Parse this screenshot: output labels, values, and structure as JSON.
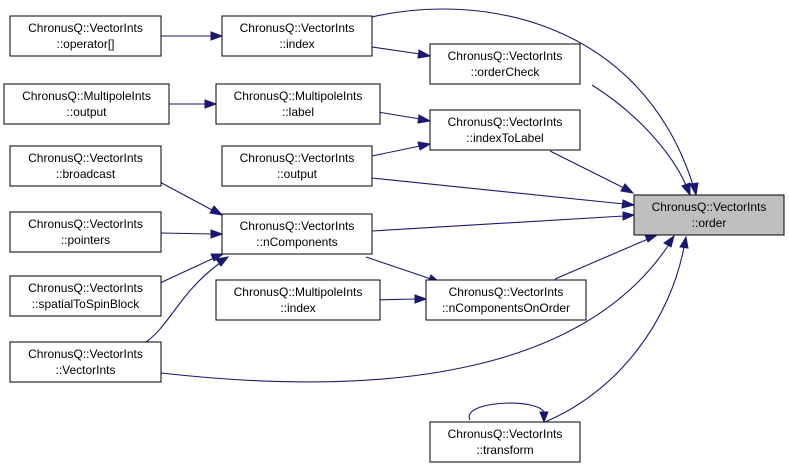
{
  "nodes": {
    "vi_operator": {
      "line1": "ChronusQ::VectorInts",
      "line2": "::operator[]"
    },
    "mi_output": {
      "line1": "ChronusQ::MultipoleInts",
      "line2": "::output"
    },
    "vi_broadcast": {
      "line1": "ChronusQ::VectorInts",
      "line2": "::broadcast"
    },
    "vi_pointers": {
      "line1": "ChronusQ::VectorInts",
      "line2": "::pointers"
    },
    "vi_spatial": {
      "line1": "ChronusQ::VectorInts",
      "line2": "::spatialToSpinBlock"
    },
    "vi_ctor": {
      "line1": "ChronusQ::VectorInts",
      "line2": "::VectorInts"
    },
    "vi_index": {
      "line1": "ChronusQ::VectorInts",
      "line2": "::index"
    },
    "mi_label": {
      "line1": "ChronusQ::MultipoleInts",
      "line2": "::label"
    },
    "vi_output": {
      "line1": "ChronusQ::VectorInts",
      "line2": "::output"
    },
    "vi_ncomp": {
      "line1": "ChronusQ::VectorInts",
      "line2": "::nComponents"
    },
    "mi_index": {
      "line1": "ChronusQ::MultipoleInts",
      "line2": "::index"
    },
    "vi_ordercheck": {
      "line1": "ChronusQ::VectorInts",
      "line2": "::orderCheck"
    },
    "vi_indextolabel": {
      "line1": "ChronusQ::VectorInts",
      "line2": "::indexToLabel"
    },
    "vi_ncomponorder": {
      "line1": "ChronusQ::VectorInts",
      "line2": "::nComponentsOnOrder"
    },
    "vi_transform": {
      "line1": "ChronusQ::VectorInts",
      "line2": "::transform"
    },
    "vi_order": {
      "line1": "ChronusQ::VectorInts",
      "line2": "::order"
    }
  },
  "colors": {
    "edge": "#191970",
    "focus_fill": "#bfbfbf",
    "node_fill": "#ffffff",
    "node_border": "#000000"
  }
}
